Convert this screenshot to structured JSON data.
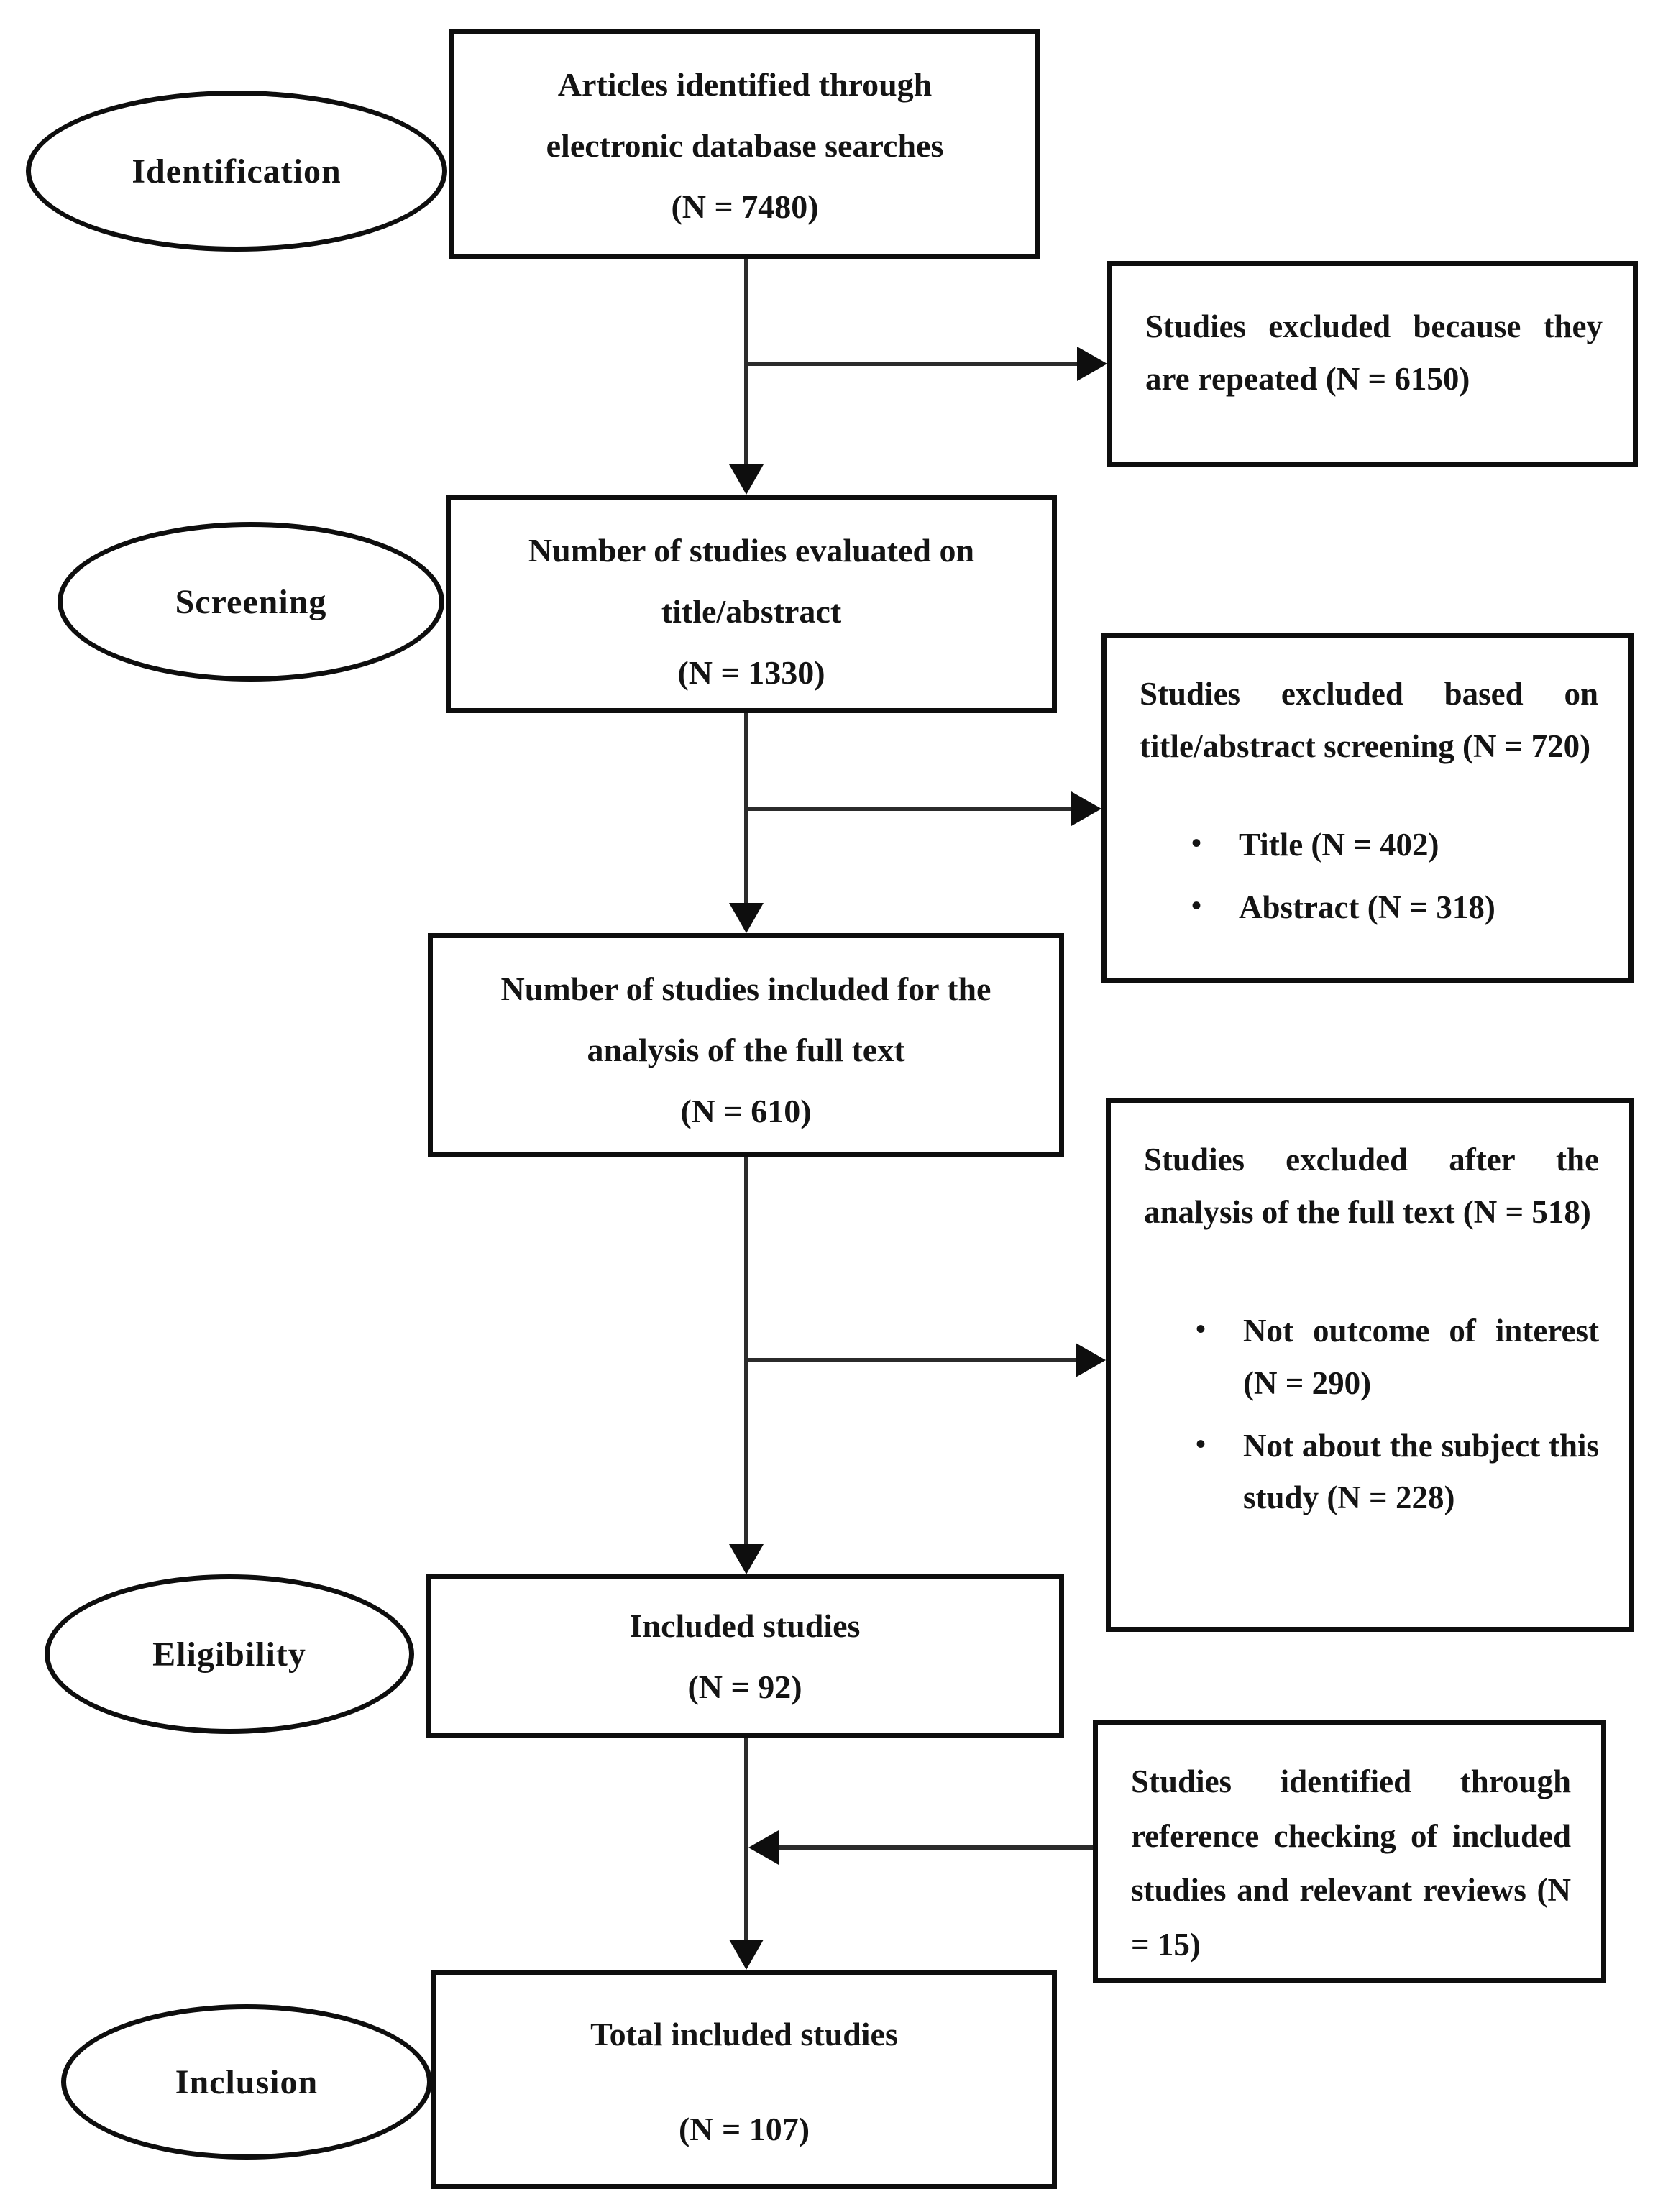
{
  "figure": {
    "stages": {
      "identification": "Identification",
      "screening": "Screening",
      "eligibility": "Eligibility",
      "inclusion": "Inclusion"
    },
    "main": {
      "identified": {
        "line1": "Articles identified through",
        "line2": "electronic database searches",
        "n": "(N = 7480)"
      },
      "screened": {
        "line1": "Number of studies evaluated on",
        "line2": "title/abstract",
        "n": "(N = 1330)"
      },
      "fulltext": {
        "line1": "Number of studies included for the",
        "line2": "analysis of the full text",
        "n": "(N = 610)"
      },
      "included": {
        "line1": "Included studies",
        "n": "(N = 92)"
      },
      "total": {
        "line1": "Total included studies",
        "n": "(N = 107)"
      }
    },
    "side": {
      "repeated": {
        "text": "Studies excluded because they are repeated (N = 6150)"
      },
      "screen_excluded": {
        "text": "Studies excluded based on title/abstract screening (N = 720)",
        "bullets": [
          "Title (N = 402)",
          "Abstract (N = 318)"
        ]
      },
      "fulltext_excluded": {
        "text": "Studies excluded after the analysis of the full text (N = 518)",
        "bullets": [
          "Not outcome of interest (N = 290)",
          "Not about the subject this study (N = 228)"
        ]
      },
      "references": {
        "text": "Studies identified through reference checking of included studies and relevant reviews (N = 15)"
      }
    }
  }
}
